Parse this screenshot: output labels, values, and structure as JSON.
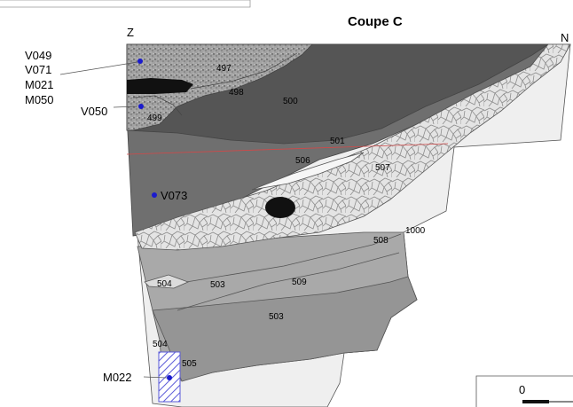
{
  "title": "Coupe C",
  "orientation": {
    "left": "Z",
    "right": "N"
  },
  "samples": {
    "v049": "V049",
    "v071": "V071",
    "m021": "M021",
    "m050": "M050",
    "v050": "V050",
    "v073": "V073",
    "m022": "M022"
  },
  "layers": {
    "l497": "497",
    "l498": "498",
    "l499": "499",
    "l500": "500",
    "l501": "501",
    "l506": "506",
    "l507": "507",
    "l1000": "1000",
    "l508": "508",
    "l504a": "504",
    "l503a": "503",
    "l509": "509",
    "l503b": "503",
    "l504b": "504",
    "l505": "505"
  },
  "scale": {
    "zero": "0"
  },
  "colors": {
    "light": "#eeeeee",
    "mid": "#a8a8a8",
    "dark": "#6e6e6e",
    "darker": "#585858",
    "speckle": "#9a9a9a",
    "black": "#111111",
    "point": "#1a1acd",
    "hatch": "#5a5ad8",
    "redline": "#d24848"
  }
}
